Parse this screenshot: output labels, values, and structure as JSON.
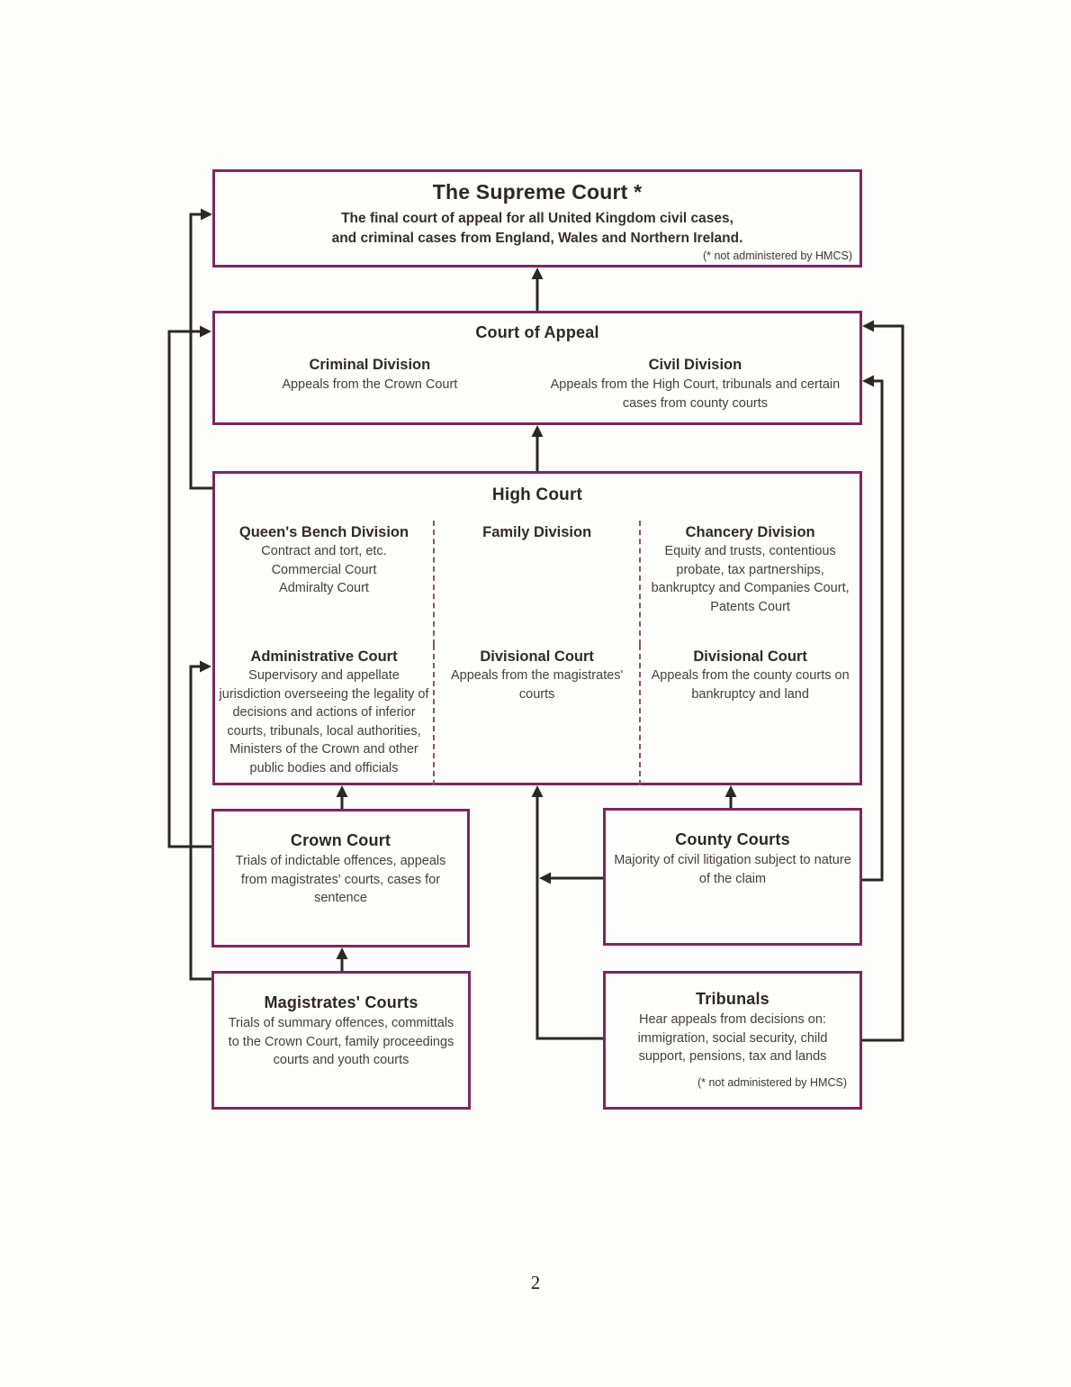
{
  "page": {
    "number": "2"
  },
  "colors": {
    "box_border": "#7b2a58",
    "connector": "#2b2823",
    "title_text": "#2c2824",
    "body_text": "#44403b",
    "dashed_divider": "#7e5a68"
  },
  "supreme_court": {
    "title": "The Supreme Court *",
    "line1": "The final court of appeal for all United Kingdom civil cases,",
    "line2": "and criminal cases from England, Wales and Northern Ireland.",
    "note": "(* not administered by HMCS)"
  },
  "court_of_appeal": {
    "title": "Court of Appeal",
    "criminal": {
      "title": "Criminal Division",
      "desc": "Appeals from the Crown Court"
    },
    "civil": {
      "title": "Civil Division",
      "desc": "Appeals from the High Court, tribunals and certain cases from county courts"
    }
  },
  "high_court": {
    "title": "High Court",
    "queens_bench": {
      "title": "Queen's Bench Division",
      "lines": [
        "Contract and tort, etc.",
        "Commercial Court",
        "Admiralty Court"
      ]
    },
    "family": {
      "title": "Family Division"
    },
    "chancery": {
      "title": "Chancery Division",
      "desc": "Equity and trusts, contentious probate, tax partnerships, bankruptcy and Companies Court, Patents Court"
    },
    "administrative": {
      "title": "Administrative Court",
      "desc": "Supervisory and appellate jurisdiction overseeing the legality of decisions and actions of inferior courts, tribunals, local authorities, Ministers of the Crown and other public bodies and officials"
    },
    "family_divisional": {
      "title": "Divisional Court",
      "desc": "Appeals from the magistrates' courts"
    },
    "chancery_divisional": {
      "title": "Divisional Court",
      "desc": "Appeals from the county courts on bankruptcy and land"
    }
  },
  "crown_court": {
    "title": "Crown Court",
    "desc": "Trials of indictable offences, appeals from magistrates' courts, cases for sentence"
  },
  "county_courts": {
    "title": "County Courts",
    "desc": "Majority of civil litigation subject to nature of the claim"
  },
  "magistrates_courts": {
    "title": "Magistrates' Courts",
    "desc": "Trials of summary offences, committals to the Crown Court, family proceedings courts and youth courts"
  },
  "tribunals": {
    "title": "Tribunals",
    "desc": "Hear appeals from decisions on: immigration, social security, child support, pensions, tax and lands",
    "note": "(* not administered by HMCS)"
  }
}
